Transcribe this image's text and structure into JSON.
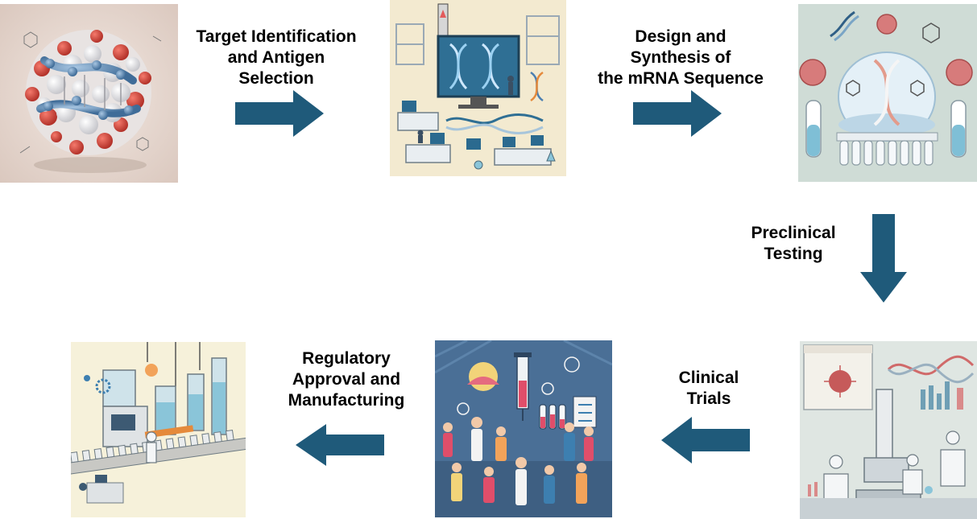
{
  "steps": [
    {
      "label_lines": [
        "Target Identification",
        "and Antigen",
        "Selection"
      ]
    },
    {
      "label_lines": [
        "Design and",
        "Synthesis of",
        "the mRNA Sequence"
      ]
    },
    {
      "label_lines": [
        "Preclinical",
        "Testing"
      ]
    },
    {
      "label_lines": [
        "Clinical",
        "Trials"
      ]
    },
    {
      "label_lines": [
        "Regulatory",
        "Approval and",
        "Manufacturing"
      ]
    }
  ],
  "colors": {
    "arrow": "#1f5a7a",
    "molecule_red": "#d9483b",
    "molecule_blue": "#5b87b0",
    "lab_bg": "#f3ead0",
    "synthesis_bg": "#cfdcd6",
    "trials_bg": "#4a6f96",
    "preclinical_bg": "#dfe6e2",
    "factory_bg": "#f6f1da"
  },
  "icons": {
    "panel1": "lipid-nanoparticle-icon",
    "panel2": "dna-research-lab-icon",
    "panel3": "mrna-synthesis-icon",
    "panel4": "preclinical-lab-icon",
    "panel5": "clinical-trials-icon",
    "panel6": "manufacturing-line-icon"
  }
}
